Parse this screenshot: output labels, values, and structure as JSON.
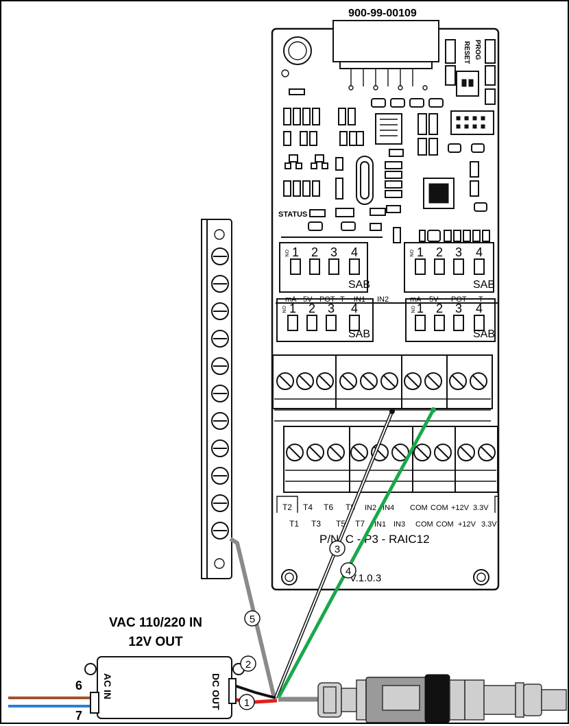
{
  "board": {
    "header_part_number": "900-99-00109",
    "reset_label": "RESET",
    "prog_label": "PROG",
    "status_label": "STATUS",
    "dip_number_labels": [
      "1",
      "2",
      "3",
      "4"
    ],
    "dip_on_label": "ON",
    "dip_sab_label": "SAB",
    "signal_labels": [
      "mA",
      "5V",
      "POT",
      "T",
      "IN1",
      "IN2",
      "mA",
      "5V",
      "POT",
      "T"
    ],
    "terminal_top_row": [
      "T2",
      "T4",
      "T6",
      "T8",
      "IN2",
      "IN4",
      "COM",
      "COM",
      "+12V",
      "3.3V"
    ],
    "terminal_bottom_row": [
      "T1",
      "T3",
      "T5",
      "T7",
      "IN1",
      "IN3",
      "COM",
      "COM",
      "+12V",
      "3.3V"
    ],
    "pn_label": "P/N: C - P3 - RAIC12",
    "version_label": "V.1.0.3"
  },
  "power_supply": {
    "title_line1": "VAC 110/220 IN",
    "title_line2": "12V OUT",
    "ac_label": "AC IN",
    "dc_label": "DC OUT",
    "wire_6": "6",
    "wire_7": "7"
  },
  "callouts": [
    "1",
    "2",
    "3",
    "4",
    "5"
  ],
  "colors": {
    "green_wire": "#1aa84a",
    "red_wire": "#e0201a",
    "grey_wire": "#8a8a8a",
    "brown_wire": "#a0522d",
    "blue_wire": "#2a7fd0"
  }
}
